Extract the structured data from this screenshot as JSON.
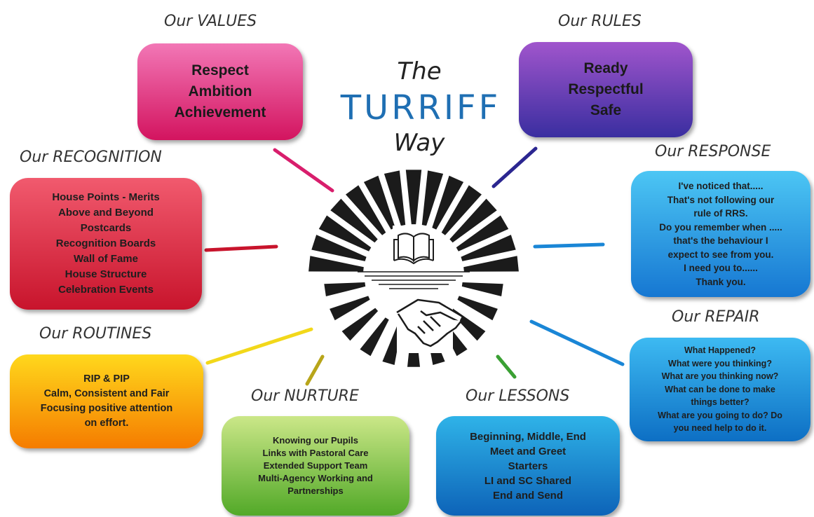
{
  "title": {
    "line1": "The",
    "line2": "TURRIFF",
    "line3": "Way"
  },
  "sections": {
    "values": {
      "heading": "Our VALUES",
      "lines": [
        "Respect",
        "Ambition",
        "Achievement"
      ]
    },
    "rules": {
      "heading": "Our RULES",
      "lines": [
        "Ready",
        "Respectful",
        "Safe"
      ]
    },
    "recognition": {
      "heading": "Our RECOGNITION",
      "lines": [
        "House Points - Merits",
        "Above and Beyond",
        "Postcards",
        "Recognition Boards",
        "Wall of Fame",
        "House Structure",
        "Celebration Events"
      ]
    },
    "response": {
      "heading": "Our RESPONSE",
      "lines": [
        "I've noticed that.....",
        "That's not following our",
        "rule of RRS.",
        "Do you remember when .....",
        "that's the behaviour I",
        "expect to see from you.",
        "I need you to......",
        "Thank you."
      ]
    },
    "routines": {
      "heading": "Our ROUTINES",
      "lines": [
        "RIP & PIP",
        "Calm, Consistent and Fair",
        "Focusing positive attention",
        "on effort."
      ]
    },
    "repair": {
      "heading": "Our REPAIR",
      "lines": [
        "What Happened?",
        "What were you thinking?",
        "What are you thinking now?",
        "What can be done to make",
        "things better?",
        "What are you going to do?  Do",
        "you need help to do it."
      ]
    },
    "nurture": {
      "heading": "Our NURTURE",
      "lines": [
        "Knowing our Pupils",
        "Links with Pastoral Care",
        "Extended Support Team",
        "Multi-Agency Working and",
        "Partnerships"
      ]
    },
    "lessons": {
      "heading": "Our LESSONS",
      "lines": [
        "Beginning, Middle, End",
        "Meet and Greet",
        "Starters",
        "LI and SC Shared",
        "End and Send"
      ]
    }
  },
  "colors": {
    "values": [
      "#f06fb0",
      "#d3145f"
    ],
    "rules": [
      "#9c4fc9",
      "#3b2fa3"
    ],
    "recognition": [
      "#f0566a",
      "#c8142c"
    ],
    "response": [
      "#46c4f4",
      "#1677d2"
    ],
    "routines": [
      "#ffd61a",
      "#f57c00"
    ],
    "repair": [
      "#3bb9f2",
      "#0d6fc4"
    ],
    "nurture": [
      "#c7e57f",
      "#52a928"
    ],
    "lessons": [
      "#2fb2e8",
      "#0d63b8"
    ],
    "title_text": "#1f6fb3",
    "heading_text": "#333333"
  },
  "icons": [
    "school-emblem-icon",
    "open-book-icon",
    "handshake-icon",
    "rising-sun-rays-icon"
  ]
}
